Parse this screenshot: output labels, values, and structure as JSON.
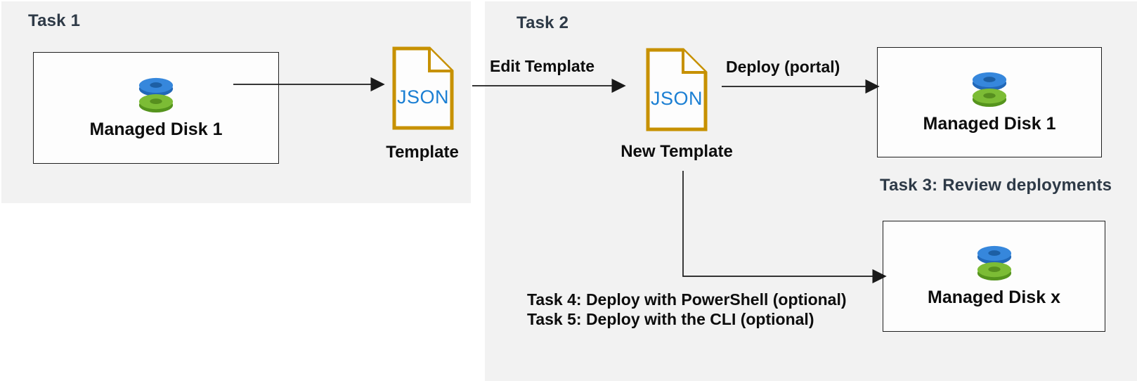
{
  "colors": {
    "panel_bg": "#f2f2f2",
    "heading_color": "#2e3a47",
    "accent_gold": "#c79100",
    "json_blue": "#1b7fd3",
    "disk_blue": "#3687dc",
    "disk_green": "#7cbc35"
  },
  "task1": {
    "label": "Task 1",
    "disk_box": {
      "label": "Managed Disk 1"
    },
    "template": {
      "file_label": "JSON",
      "caption": "Template"
    }
  },
  "task2": {
    "label": "Task 2",
    "edit_arrow_label": "Edit Template",
    "new_template": {
      "file_label": "JSON",
      "caption": "New Template"
    },
    "deploy_arrow_label": "Deploy (portal)",
    "deployed_box": {
      "label": "Managed Disk 1"
    }
  },
  "task3": {
    "label": "Task 3: Review deployments"
  },
  "task45": {
    "lines": [
      "Task 4: Deploy with PowerShell (optional)",
      "Task 5: Deploy with the CLI (optional)"
    ]
  },
  "optional_box": {
    "label": "Managed Disk x"
  }
}
